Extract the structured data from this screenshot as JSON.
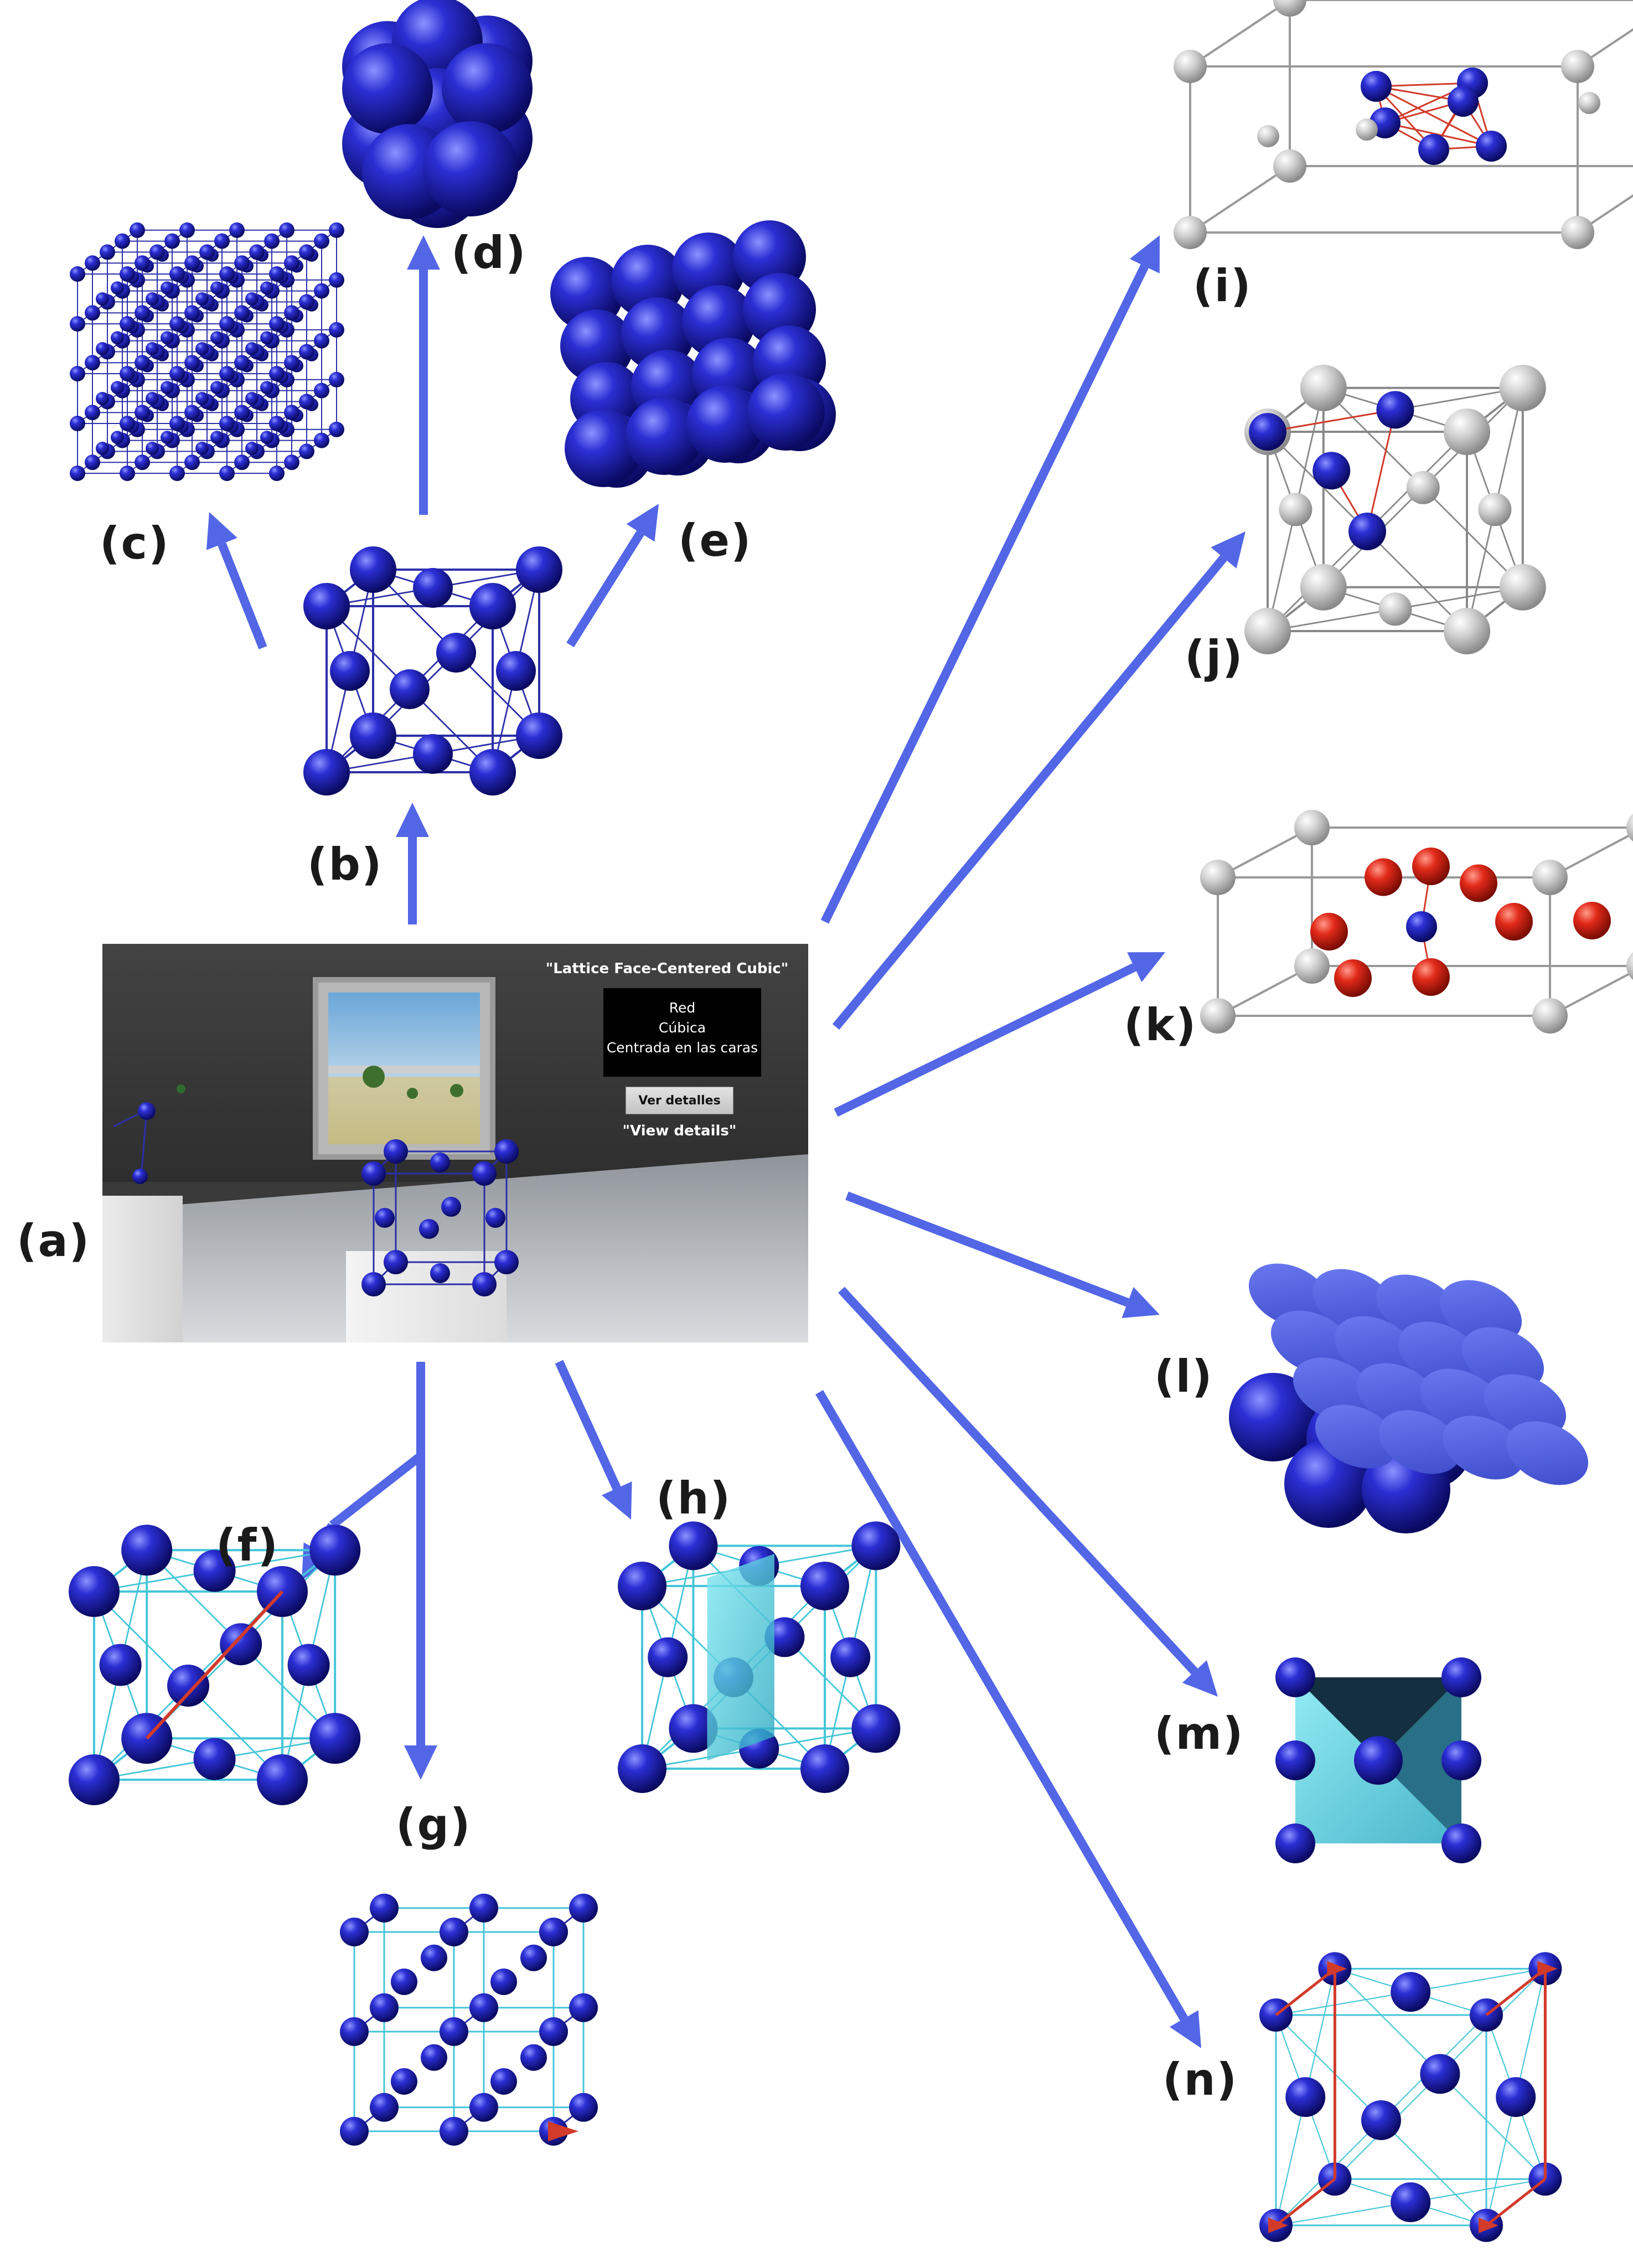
{
  "panel_labels": {
    "a": "(a)",
    "b": "(b)",
    "c": "(c)",
    "d": "(d)",
    "e": "(e)",
    "f": "(f)",
    "g": "(g)",
    "h": "(h)",
    "i": "(i)",
    "j": "(j)",
    "k": "(k)",
    "l": "(l)",
    "m": "(m)",
    "n": "(n)"
  },
  "screenshot": {
    "title": "\"Lattice Face-Centered Cubic\"",
    "info_lines": [
      "Red",
      "Cúbica",
      "Centrada en las caras"
    ],
    "button_label": "Ver detalles",
    "button_caption": "\"View details\""
  },
  "colors": {
    "arrow": "#5266e6",
    "atom_blue": "#1f1fb8",
    "atom_grey": "#c9c9c9",
    "atom_red": "#e0281c",
    "bond_blue": "#2b2fa8",
    "bond_cyan": "#44c6d8",
    "bond_red": "#d23a2a",
    "plane_cyan": "#3fd0e0",
    "dark_plane": "#143040"
  },
  "icons": [
    "arrow-icon",
    "atom-sphere-icon"
  ]
}
